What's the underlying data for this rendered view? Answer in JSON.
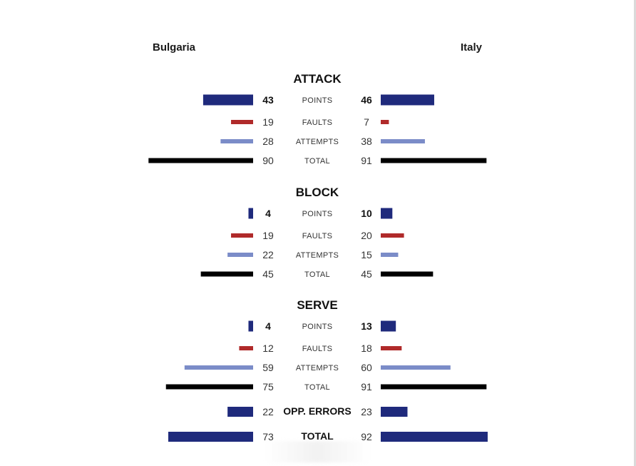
{
  "teams": {
    "left": "Bulgaria",
    "right": "Italy"
  },
  "colors": {
    "points": "#1f2a7c",
    "faults": "#b02a2a",
    "attempts": "#7b8cc8",
    "total": "#000000"
  },
  "chart_data": {
    "type": "bar",
    "layout": "diverging",
    "series": [
      {
        "name": "Bulgaria"
      },
      {
        "name": "Italy"
      }
    ],
    "sections": [
      {
        "title": "ATTACK",
        "rows": [
          {
            "label": "POINTS",
            "kind": "points",
            "left": 43,
            "right": 46,
            "bold": true
          },
          {
            "label": "FAULTS",
            "kind": "faults",
            "left": 19,
            "right": 7
          },
          {
            "label": "ATTEMPTS",
            "kind": "attempts",
            "left": 28,
            "right": 38
          },
          {
            "label": "TOTAL",
            "kind": "total",
            "left": 90,
            "right": 91
          }
        ]
      },
      {
        "title": "BLOCK",
        "rows": [
          {
            "label": "POINTS",
            "kind": "points",
            "left": 4,
            "right": 10,
            "bold": true
          },
          {
            "label": "FAULTS",
            "kind": "faults",
            "left": 19,
            "right": 20
          },
          {
            "label": "ATTEMPTS",
            "kind": "attempts",
            "left": 22,
            "right": 15
          },
          {
            "label": "TOTAL",
            "kind": "total",
            "left": 45,
            "right": 45
          }
        ]
      },
      {
        "title": "SERVE",
        "rows": [
          {
            "label": "POINTS",
            "kind": "points",
            "left": 4,
            "right": 13,
            "bold": true
          },
          {
            "label": "FAULTS",
            "kind": "faults",
            "left": 12,
            "right": 18
          },
          {
            "label": "ATTEMPTS",
            "kind": "attempts",
            "left": 59,
            "right": 60
          },
          {
            "label": "TOTAL",
            "kind": "total",
            "left": 75,
            "right": 91
          }
        ]
      }
    ],
    "extras": [
      {
        "label": "OPP. ERRORS",
        "kind": "points",
        "left": 22,
        "right": 23
      },
      {
        "label": "TOTAL",
        "kind": "points",
        "left": 73,
        "right": 92
      }
    ]
  }
}
